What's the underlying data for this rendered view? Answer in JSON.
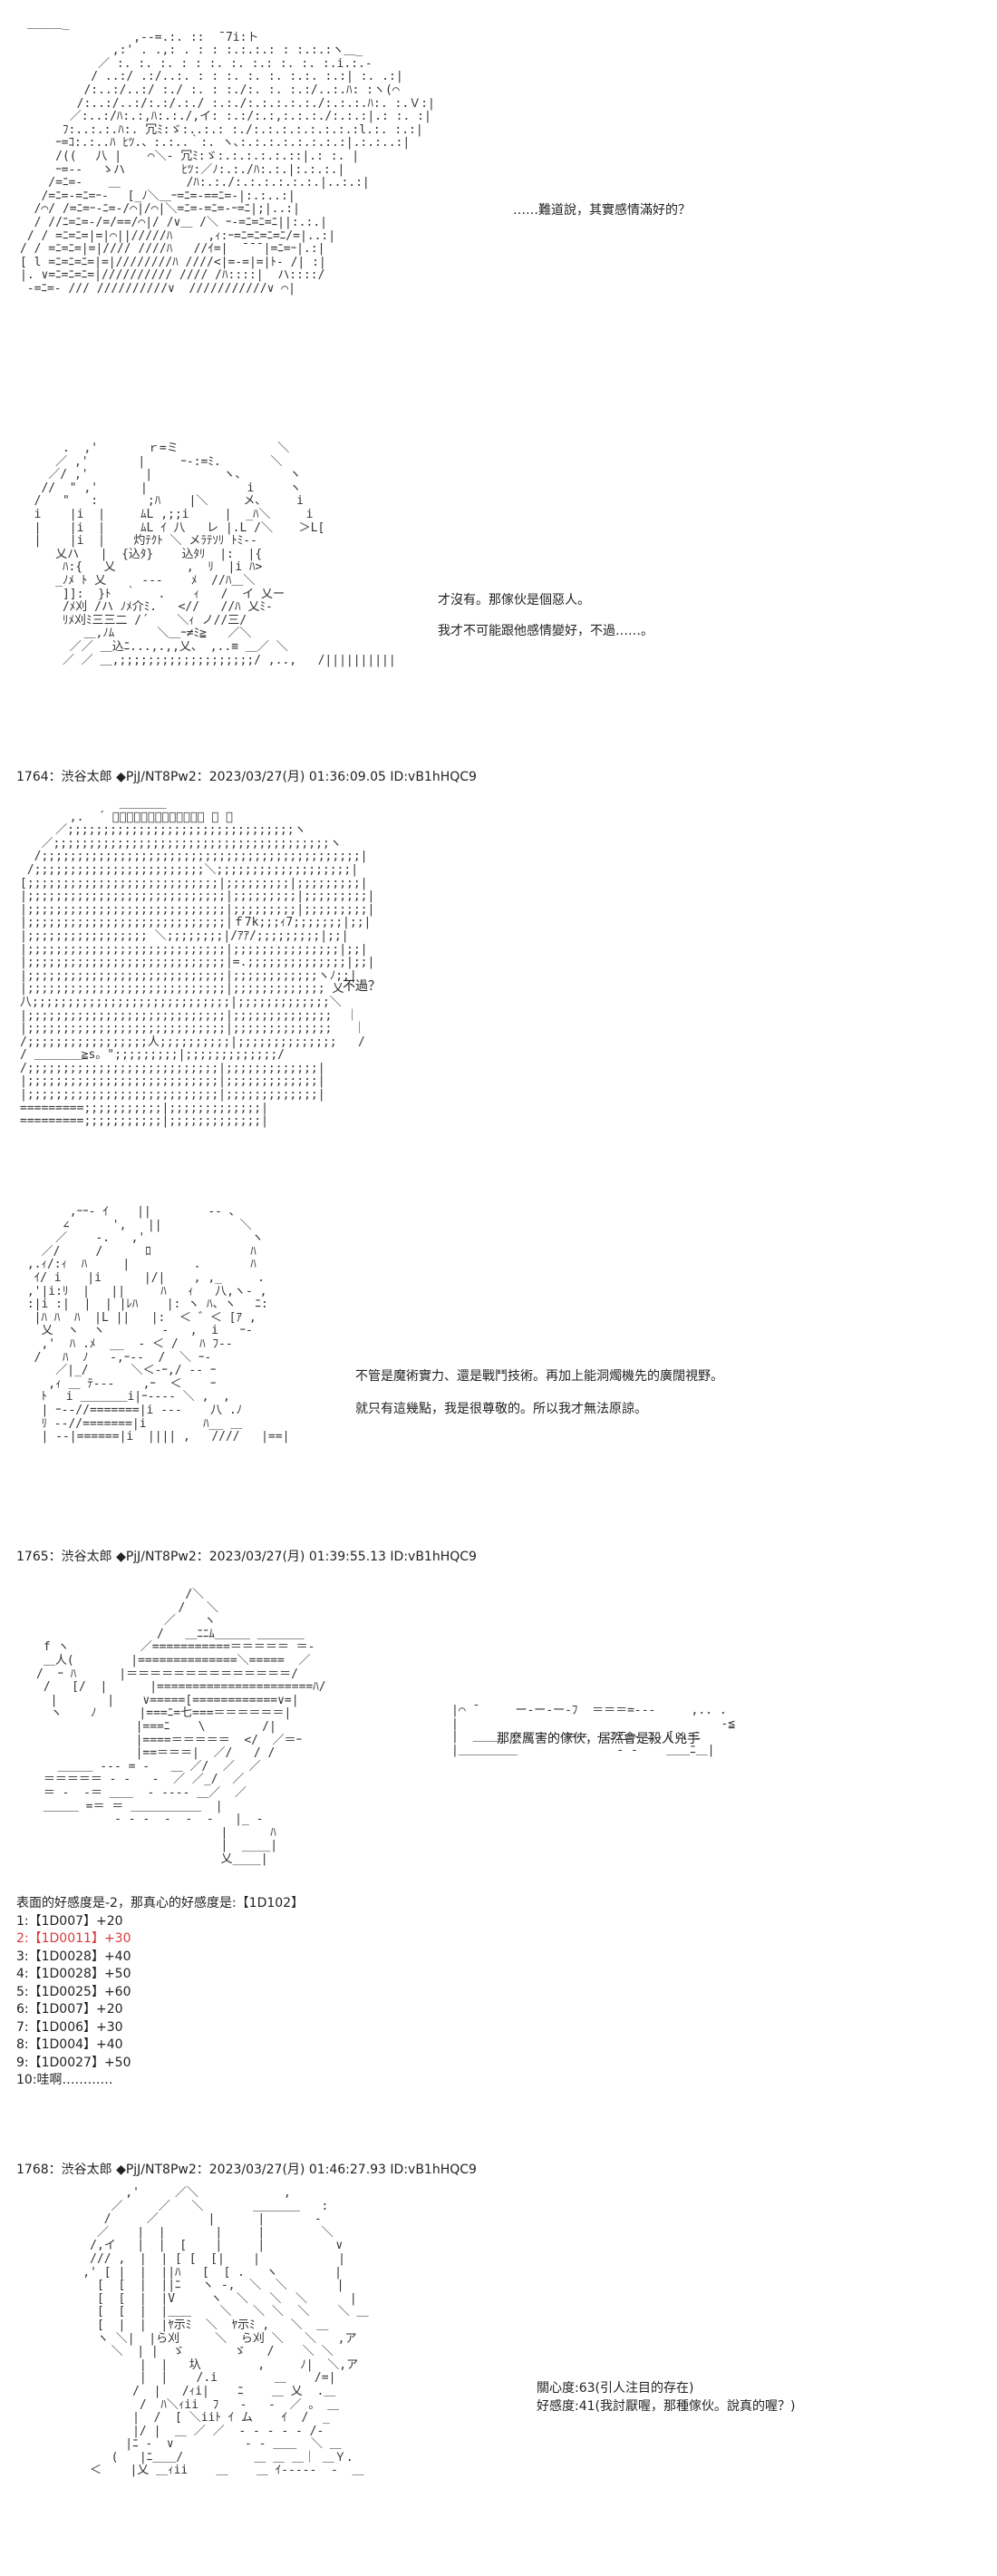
{
  "scene1": {
    "lines": [
      "……難道說，其實感情滿好的？"
    ]
  },
  "scene2": {
    "lines": [
      "才沒有。那傢伙是個惡人。",
      "我才不可能跟他感情變好，不過……。"
    ]
  },
  "posts": [
    {
      "header": "1764：渋谷太郎 ◆PjJ/NT8Pw2：2023/03/27(月) 01:36:09.05 ID:vB1hHQC9"
    },
    {
      "header": "1765：渋谷太郎 ◆PjJ/NT8Pw2：2023/03/27(月) 01:39:55.13 ID:vB1hHQC9"
    },
    {
      "header": "1768：渋谷太郎 ◆PjJ/NT8Pw2：2023/03/27(月) 01:46:27.93 ID:vB1hHQC9"
    }
  ],
  "scene3": {
    "lines": [
      "不過？"
    ]
  },
  "scene4": {
    "lines": [
      "不管是魔術實力、還是戰鬥技術。再加上能洞燭機先的廣闊視野。",
      "就只有這幾點，我是很尊敬的。所以我才無法原諒。"
    ]
  },
  "scene5": {
    "lines": [
      "那麼厲害的傢伙，居然會是殺人兇手"
    ]
  },
  "roll": {
    "title": "表面的好感度是-2，那真心的好感度是:【1D102】",
    "items": [
      "1:【1D007】+20",
      "2:【1D0011】+30",
      "3:【1D0028】+40",
      "4:【1D0028】+50",
      "5:【1D0025】+60",
      "6:【1D007】+20",
      "7:【1D006】+30",
      "8:【1D004】+40",
      "9:【1D0027】+50",
      "10:哇啊…………"
    ],
    "highlight_color": "#d83b3b"
  },
  "scene6": {
    "lines": [
      "關心度:63(引人注目的存在)",
      "好感度:41(我討厭喔，那種傢伙。說真的喔？)"
    ]
  },
  "art": {
    "a1": " ＿＿＿_\n                ,-‐=.:. ::  ̄ 7i:ト\n             ,:' . .,: . : : :.:.:.: : :.:.:ヽ＿_\n           ／ :. :. :. : : :. :. :.: :. :. :.i.:.‐\n          / ..:/ .:/..:. : : :. :. :. :.:. :.:| :. .:|\n         /:..:/..:/ :./ :. : :./:. :. :.:/..:.ﾊ: :ヽ(⌒\n        /:..:/..:/:.:/.:./ :.:./:.:.:.:.:./:.:.:.ﾊ:. :.Ｖ:|\n       ／:..:/ﾊ:.:,ﾊ:.:./,イ: :.:/:.:,:.:.:./:.:.:|.: :. :|\n      ﾌ:..:.:.ﾊ:. 冗ﾐ:ゞ:..:.: :./:.:.:.:.:.:.:.:l.:. :.:|\n     ｰ=ｺ:.:..ﾊ ﾋﾂ.、:.:..｀:. ヽ､:.:.:.:.:.:.:.:|.:.:..:|\n     /(( 　八 | 　 ⌒＼‐ 冗ﾐ:ゞ:.:.:.:.:.::|.: :. |\n     ｰ=-- 　ゝハ 　　 　 ﾋﾂ:／ﾉ:.:./ﾊ:.:.|:.:.:.|\n    /=ﾆ=- 　 ＿ 　　　　　/ﾊ:.:./:.:.:.:.:.:.|..:.:|\n   /=ﾆ=-=ﾆ=ｰ- 　[_ﾉ＼＿ｰ=ﾆ=-==ﾆ=-|:.:..:|\n  /⌒/ /=ﾆ=ｰ-ﾆ=-/⌒|/⌒|＼=ﾆ=-=ﾆ=-ｰ=ﾆ|;|..:|\n  / //ﾆ=ﾆ=-/=/==/⌒|/ /∨＿ /＼ ｰ-=ﾆ=ﾆ=ﾆ||:.:.|\n / / =ﾆ=ﾆ=|=|⌒||/////ﾊ     ,ｨ:ｰ=ﾆ=ﾆ=ﾆ=ﾆ/=|..:|\n/ / =ﾆ=ﾆ=|=|//// ////ﾊ   //ｲ=|  ̄ ̄ ̄ |=ﾆ=ｰ|.:|\n[ l =ﾆ=ﾆ=ﾆ=|=|////////ﾊ ////<|=‐=|=|ﾄ‐ /| :|\n|. ∨=ﾆ=ﾆ=ﾆ=|////////// //// /ﾊ::::|  ハ::::/\n -=ﾆ=- /// //////////∨  ///////////∨ ⌒|",
    "a2": "      .  ,'       ｒ=ミ              ＼\n     ／ ,'       |     ｰ‐:=ﾐ.       ＼\n    ／/ ,'        |          ヽ、      ヽ\n   //  \" ,'      |              i     ヽ\n  /   \"   :       ;ﾊ    |＼     メ､     i\n  i    |i  |     ﾑL ,;;i     |  _ﾊ＼     i\n  |    |i  |     ﾑL ｲ 八   レ |.L /＼ 　 ＞L[\n  |    |i  |    灼ﾃｸﾄ ＼ メﾗﾃｿﾘ ﾄﾐ‐‐\n     乂ハ   |  {込ﾀ}    込ﾀﾘ  |:  |{\n      ﾊ:{   乂          ,  ﾘ  |i ﾊ>\n     _ﾉﾒ ﾄ 乂     ‐‐‐    ﾒ  //ﾊ＿＼\n      ]]:  }ﾄ  ｀   .    ｨ   /  イ 乂ー\n      /ﾒ刈 /ハ ﾉﾒ介ﾐ.   <//   //ﾊ 乂ﾐ‐\n      ﾘﾒ刈ﾐ三三二 /´    ＼ｨ ノ//三/\n         ＿,ﾉﾑ      ＼＿ｰ≠ﾐ≧   ／＼\n       ／／ ＿込ﾆ...,.,,乂、 ,..≡ ＿／ ＼\n      ／ ／ ＿,;;;;;;;;;;;;;;;;;;;/ ,..,   /||||||||||",
    "a3": "              ＿＿＿＿\n       ,.  ´ ﾞﾞﾞﾞﾞﾞﾞﾞﾞﾞﾞﾞﾞ ｀ 、\n     ／;;;;;;;;;;;;;;;;;;;;;;;;;;;;;;;;ヽ\n   ／;;;;;;;;;;;;;;;;;;;;;;;;;;;;;;;;;;;;;;;ヽ\n  /;;;;;;;;;;;;;;;;;;;;;;;;;;;;;;;;;;;;;;;;;;;;;|\n /;;;;;;;;;;;;;;;;;;;;;;;;＼;;;;;;;;;;;;;;;;;;;|\n[;;;;;;;;;;;;;;;;;;;;;;;;;;;|;;;;;;;;;|;;;;;;;;;|\n|;;;;;;;;;;;;;;;;;;;;;;;;;;;;|;;;;;;;;;|;;;;;;;;;|\n|;;;;;;;;;;;;;;;;;;;;;;;;;;;;|;;;;;;;;;|;;;;;;;;;|\n|;;;;;;;;;;;;;;;;;;;;;;;;;;;;|ｆ7k;;;ｨ7;;;;;;;|;;|\n|;;;;;;;;;;;;;;;;; ＼;;;;;;;;|/ｱｱ/;;;;;;;;;|;;|\n|;;;;;;;;;;;;;;;;;;;;;;;;;;;;|;;;;;;;;;;;;;;;|;;|\n|;;;;;;;;;;;;;;;;;;;;;;;;;;;;|=.;;;;;;;;;;;;;;|;;|\n|;;;;;;;;;;;;;;;;;;;;;;;;;;;;|;;;;;;;;;;;;ヽﾉ;;|\n|;;;;;;;;;;;;;;;;;;;;;;;;;;;;|;;;;;;;;;;;;; 乂\n八;;;;;;;;;;;;;;;;;;;;;;;;;;;;|;;;;;;;;;;;;;＼\n|;;;;;;;;;;;;;;;;;;;;;;;;;;;;|;;;;;;;;;;;;;;  ｜\n|;;;;;;;;;;;;;;;;;;;;;;;;;;;;|;;;;;;;;;;;;;;   ｜\n/;;;;;;;;;;;;;;;;;人;;;;;;;;;;|;;;;;;;;;;;;;;   /\n/ ＿＿＿＿≧s。\";;;;;;;;;|;;;;;;;;;;;;;/\n/;;;;;;;;;;;;;;;;;;;;;;;;;;;|;;;;;;;;;;;;;|\n|;;;;;;;;;;;;;;;;;;;;;;;;;;;|;;;;;;;;;;;;;|\n|;;;;;;;;;;;;;;;;;;;;;;;;;;;|;;;;;;;;;;;;;|\n=========;;;;;;;;;;;|;;;;;;;;;;;;;|\n=========;;;;;;;;;;;|;;;;;;;;;;;;;|",
    "a4": "       ,ｰｰ‐ ｲ    ||        ‐‐ ､\n      ∠      ',   ||           ＼\n     ／    ‐.   ,'               ヽ\n   ／/     /      ﾛ              ﾊ\n ,.ｨ/:ｨ  ﾊ     |         .       ﾊ\n  ｲ/ i 　 |i      |/|    , ,_     .\n ,'|i:ﾘ  |   ||     ﾊ   ｨ   八,ヽ‐ ,\n :|i :|  |  | |ﾚﾊ    |: ヽ ﾊ、ヽ 　ﾆ:\n  |ﾊ ﾊ  ﾊ  |L ||   |:  ＜ ゛＜ [ｱ ,\n   乂  ヽ  ヽ        ‐   ,  i   ｰ‐\n   ,'  ﾊ .ﾒ  __  ‐ ＜ /   ﾊ ﾌ‐‐\n  /   ﾊ  ﾉ   ‐,ｰ‐‐  /  ＼ ｰ‐\n     ／|_/      ＼＜‐ｰ,/ ‐‐ ｰ\n    ,ｨ ＿ ﾃ‐‐‐    ,ｰ  ＜    ｰ\n   ﾄ 　i ＿＿＿＿i|ｰ‐‐‐‐ ＼ ,  ,\n   | ｰ‐‐//=======|i ‐‐‐    八 .ﾉ\n   ﾘ ‐‐//=======|i        ﾊ__ ＿\n   | ‐‐|======|i  |||| ,   ////   |==|",
    "a5": "                     /＼\n                    /   ＼\n                  ／    ヽ \n                 /   ＿ﾆﾆﾑ＿＿＿ ＿＿＿＿\n f ヽ          ／===========＝＝＝＝＝ ＝‐\n ＿人(        |==============＼=====  ／\n/  ｰ ﾊ      |＝＝＝＝＝＝＝＝＝＝＝＝＝＝/\n /   [/  |      |======================ﾊ/\n  |       |    ∨=====[============∨=|\n  ヽ    ﾉ      |===ﾆ=七===＝＝＝＝＝＝|\n              |===ﾆ    \\        /|\n              |====＝＝＝＝＝  </  ／＝ｰ\n              |==＝＝＝|  ／/   / /  \n   ＿＿＿ ‐‐‐ = ‐   ＿ ／/  ／  ／\n ＝＝＝＝＝ ‐ ‐   ‐  ／ ／_/  ／\n ＝ ‐  ‐＝ ＿＿  ‐ ‐‐‐‐ ＿／  ／\n ＿＿＿ =＝ ＝ ＿＿＿＿＿＿  |\n           ‐ ‐ ‐  ‐  ‐  ‐   |_ ‐\n                          |      ﾊ\n                          |  ____|\n                          乂____|",
    "a5b": "|⌒ ̄      ー‐ー‐ー‐ﾌ  ＝＝＝=‐‐‐     ,.. .\n|                                     ‐≦\n|  ＿＿＿  ‐ ‐ ‐ ＝＝ ‐ ﾆ二ｰ‐ ﾆ  [ .ｰﾆ\n|＿＿＿＿＿              ‐ ‐    ＿＿ﾆ＿|",
    "a6": "          ,'     ／＼            ,\n        ／     ／   ＼       ＿＿＿＿   :\n       /     ／       |      |       ‐\n      ／    |  |       |     |        ＼\n     /,イ   |  |  [    |     |          ∨\n     /// ,  |  | [ [  [|    |           |\n    ,' [ |  |  ||ﾊ   [  [ .   ヽ        |\n      [  [  |  ||ﾆ   ヽ ‐,  ＼  ＼       |\n      [  [  |  |V     ヽ  ＼   ＼  ＼      |\n      [  [  |  |＿＿    ＼   ＼ ＼  ＼    ＼ ＿\n      [  |  |  |ﾔ示ﾐ  ＼  ﾔ示ﾐ ,   ＼  ＿\n      ヽ ＼|  |ら刈     ＼  ら刈 ＼   ＼   ,ア\n        ＼  | |  ゞ       ゞ   /    ＼ ＼\n            |  |   圦        ,     ﾉ|  ＼,ア\n            |  |    /.i        ＿    /=|\n           /  |   /ｨi|    ﾆ    ＿ 乂  .＿\n            /  ﾊ＼ｨii  ﾌ   ‐   ‐  ／ 。 ＿\n           |  /  [ ＼iiﾄ ｲ ム    ｲ  /  _\n           |/ |  ＿ ／ ／  ‐ ‐ ‐ ‐ ‐ /‐\n          |ﾆ ‐  ∨          ‐ ‐ ＿＿  ＼ ＿\n        (   |ﾆ＿＿/          ＿ ＿ ＿｜ ＿Ｙ.\n     ＜    |乂 ＿ｨii    ＿    ＿ ｲ‐‐‐‐‐  ‐  ＿"
  }
}
